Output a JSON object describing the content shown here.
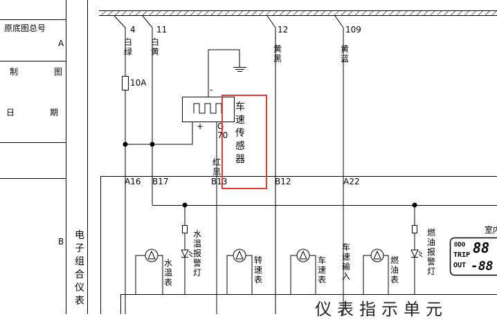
{
  "title_block": {
    "row1": "原底图总号",
    "row2_right": "A",
    "row3_left": "制",
    "row3_right": "图",
    "row4_left": "日",
    "row4_right": "期",
    "row7_right": "B"
  },
  "wires": {
    "w4": "4",
    "w11": "11",
    "w12": "12",
    "w109": "109",
    "color_w4": "白绿",
    "color_w11": "白黄",
    "color_w12": "黄黑",
    "color_w109": "黄蓝",
    "color_sensor": "红黑"
  },
  "fuse_label": "10A",
  "sensor": {
    "label": "车速传感器",
    "minus": "-",
    "plus": "+",
    "signal": "G",
    "num": "70"
  },
  "pins": {
    "a16": "A16",
    "b17": "B17",
    "b13": "B13",
    "b12": "B12",
    "a22": "A22"
  },
  "instruments": {
    "cluster_label": "电子组合仪表",
    "water_temp_gauge": "水温表",
    "water_temp_warning": "水温报警灯",
    "tachometer": "转速表",
    "speedometer": "车速表",
    "speed_signal": "车速输入",
    "fuel_gauge": "燃油表",
    "fuel_warning": "燃油报警灯",
    "indoor": "室内",
    "bottom_text": "仪表指示单元"
  },
  "odometer": {
    "odo": "ODO",
    "trip": "TRIP",
    "out": "OUT",
    "digits_top": "88",
    "digits_bottom": "-88"
  }
}
